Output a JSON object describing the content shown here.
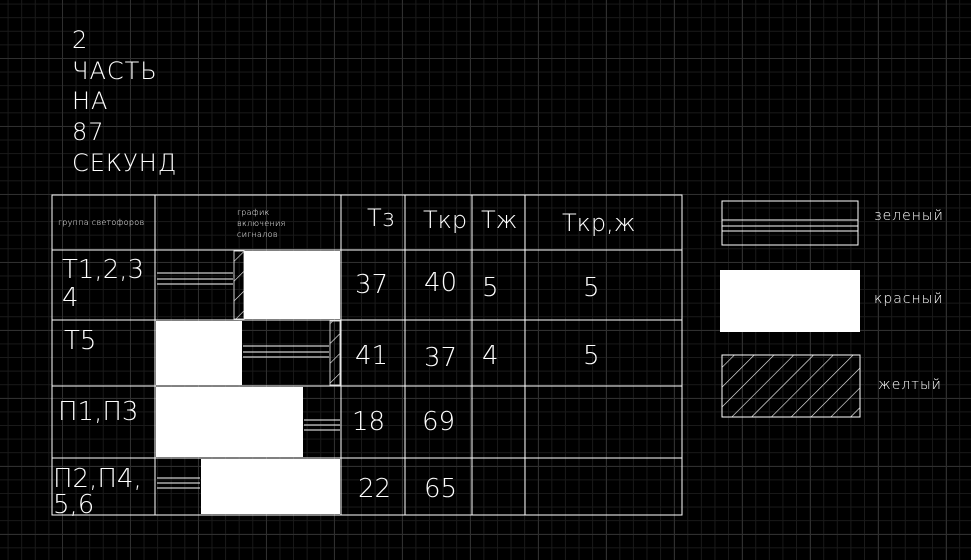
{
  "title": {
    "lines": [
      "2",
      "ЧАСТЬ",
      "НА",
      "87",
      "СЕКУНД"
    ]
  },
  "table": {
    "headers": {
      "group": "группа светофоров",
      "schedule_lines": [
        "график",
        "включения",
        "сигналов"
      ],
      "tz": "Тз",
      "tkr": "Ткр",
      "tzh": "Тж",
      "tkrzh": "Ткр,ж"
    },
    "rows": [
      {
        "group_lines": [
          "Т1,2,3",
          "4"
        ],
        "tz": "37",
        "tkr": "40",
        "tzh": "5",
        "tkrzh": "5"
      },
      {
        "group_lines": [
          "Т5"
        ],
        "tz": "41",
        "tkr": "37",
        "tzh": "4",
        "tkrzh": "5"
      },
      {
        "group_lines": [
          "П1,П3"
        ],
        "tz": "18",
        "tkr": "69",
        "tzh": "",
        "tkrzh": ""
      },
      {
        "group_lines": [
          "П2,П4,",
          "5,6"
        ],
        "tz": "22",
        "tkr": "65",
        "tzh": "",
        "tkrzh": ""
      }
    ]
  },
  "legend": {
    "green_label": "зеленый",
    "red_label": "красный",
    "yellow_label": "желтый"
  },
  "colors": {
    "background": "#000000",
    "lines": "#ffffff",
    "fill": "#ffffff",
    "grid_major": "#2f2f2f",
    "grid_minor": "#1a1a1a"
  }
}
